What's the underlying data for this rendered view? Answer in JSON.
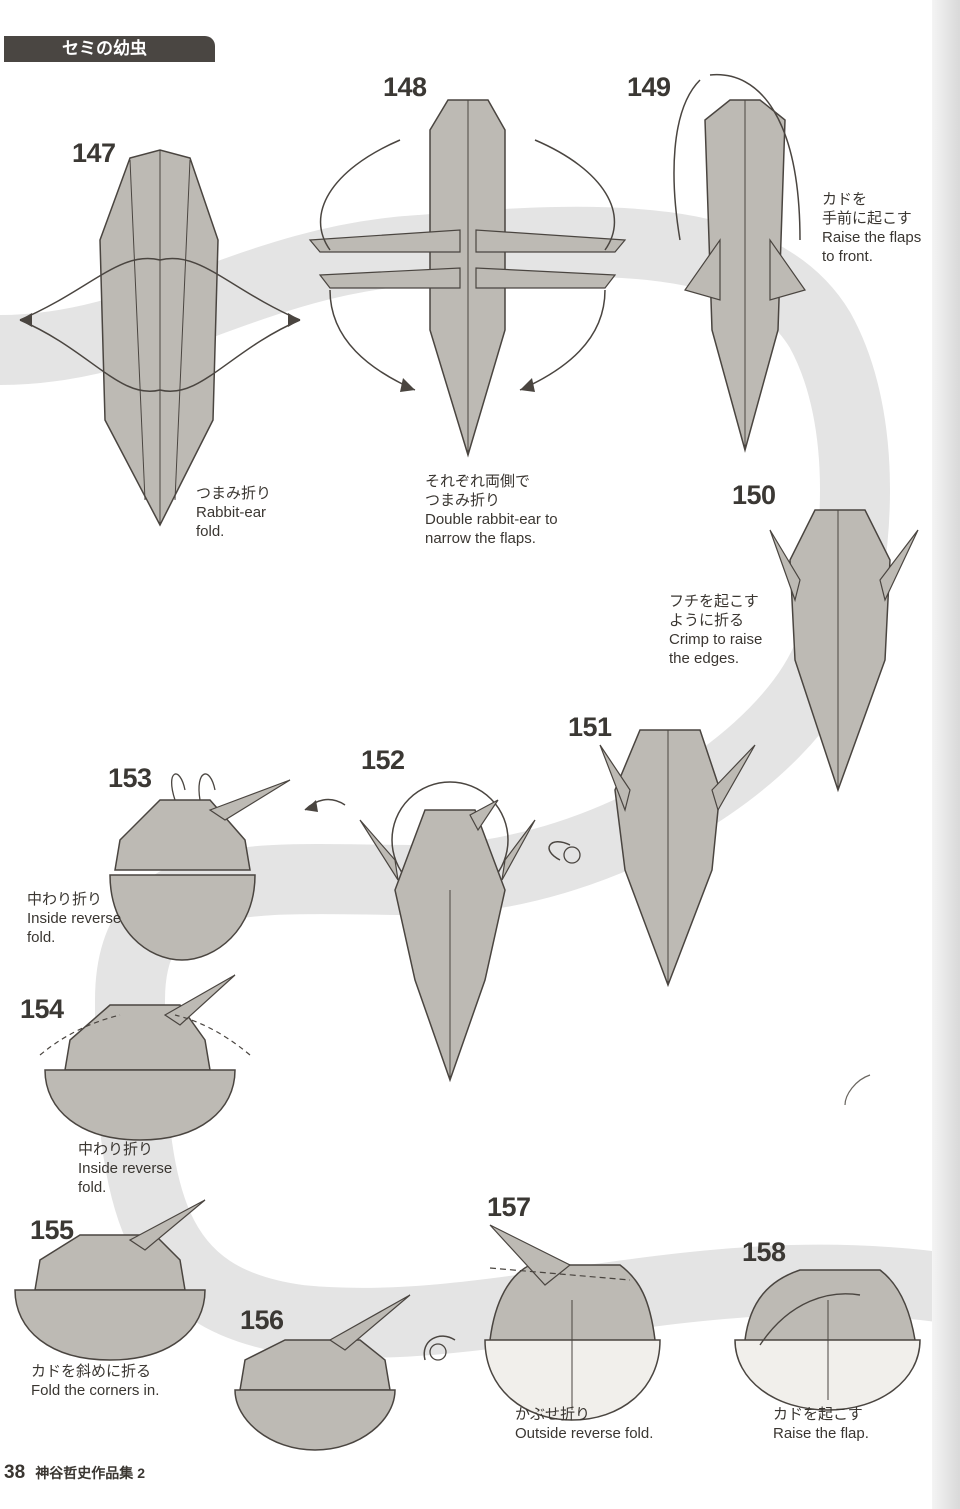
{
  "header": {
    "title": "セミの幼虫"
  },
  "steps": [
    {
      "number": "147"
    },
    {
      "number": "148"
    },
    {
      "number": "149"
    },
    {
      "number": "150"
    },
    {
      "number": "151"
    },
    {
      "number": "152"
    },
    {
      "number": "153"
    },
    {
      "number": "154"
    },
    {
      "number": "155"
    },
    {
      "number": "156"
    },
    {
      "number": "157"
    },
    {
      "number": "158"
    }
  ],
  "captions": {
    "c147": {
      "jp": "つまみ折り",
      "en1": "Rabbit-ear",
      "en2": "fold."
    },
    "c148": {
      "jp1": "それぞれ両側で",
      "jp2": "つまみ折り",
      "en1": "Double rabbit-ear to",
      "en2": "narrow the flaps."
    },
    "c149": {
      "jp1": "カドを",
      "jp2": "手前に起こす",
      "en1": "Raise the flaps",
      "en2": "to front."
    },
    "c150": {
      "jp1": "フチを起こす",
      "jp2": "ように折る",
      "en1": "Crimp to raise",
      "en2": "the edges."
    },
    "c153": {
      "jp": "中わり折り",
      "en1": "Inside reverse",
      "en2": "fold."
    },
    "c154": {
      "jp": "中わり折り",
      "en1": "Inside reverse",
      "en2": "fold."
    },
    "c155": {
      "jp": "カドを斜めに折る",
      "en": "Fold the corners in."
    },
    "c157": {
      "jp": "かぶせ折り",
      "en": "Outside reverse fold."
    },
    "c158": {
      "jp": "カドを起こす",
      "en": "Raise the flap."
    }
  },
  "footer": {
    "page_number": "38",
    "book_title": "神谷哲史作品集 2"
  },
  "colors": {
    "paper": "#bdbab4",
    "line": "#4a4540",
    "band": "#e6e6e6",
    "tab": "#4a4642"
  }
}
